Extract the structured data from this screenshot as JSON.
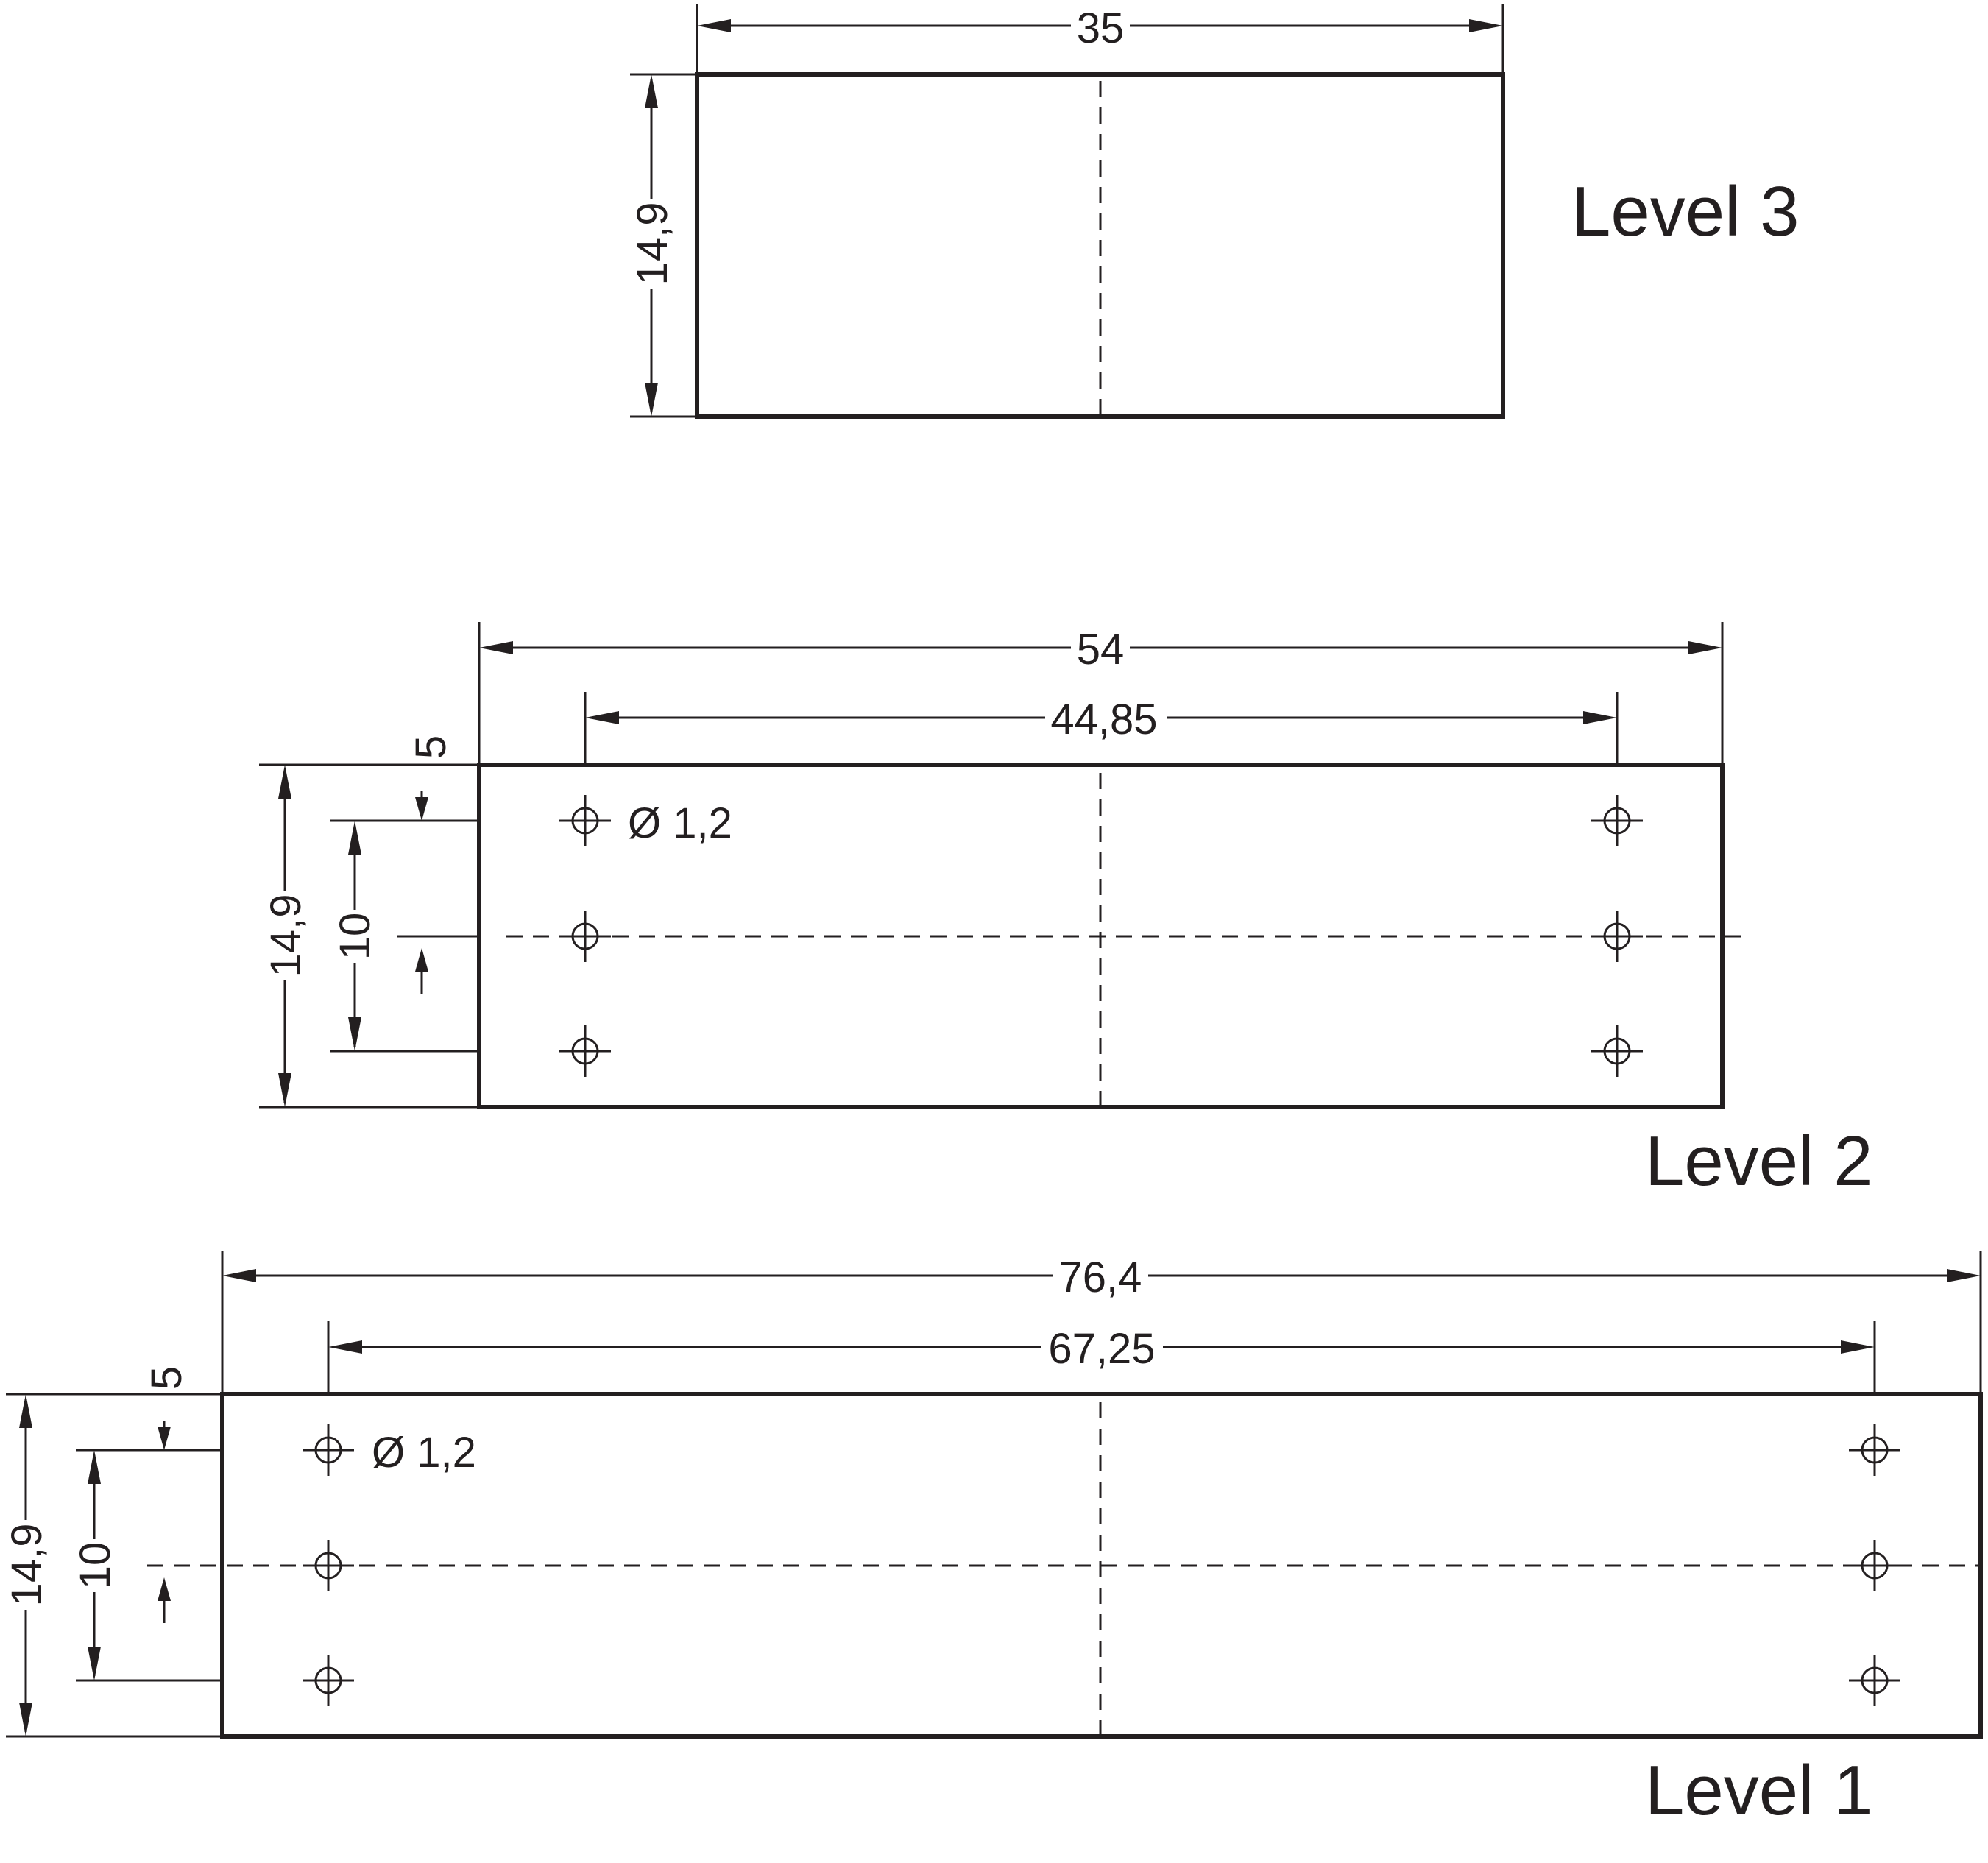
{
  "levels": {
    "level3": {
      "label": "Level 3",
      "width_dim": "35",
      "height_dim": "14,9"
    },
    "level2": {
      "label": "Level 2",
      "width_dim": "54",
      "pitch_dim": "44,85",
      "height_dim": "14,9",
      "row_pitch_dim": "10",
      "offset_dim": "5",
      "hole_dim": "Ø 1,2"
    },
    "level1": {
      "label": "Level 1",
      "width_dim": "76,4",
      "pitch_dim": "67,25",
      "height_dim": "14,9",
      "row_pitch_dim": "10",
      "offset_dim": "5",
      "hole_dim": "Ø 1,2"
    }
  },
  "colors": {
    "line": "#231f20",
    "background": "#ffffff"
  }
}
